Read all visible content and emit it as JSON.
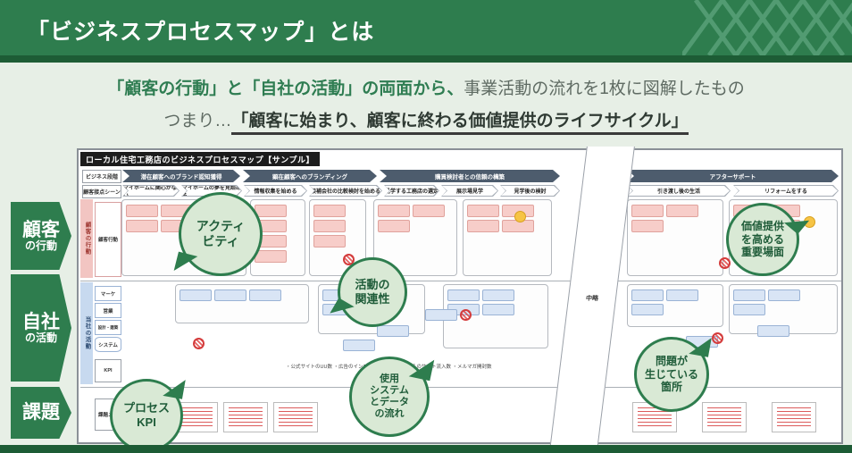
{
  "header": {
    "title": "「ビジネスプロセスマップ」とは"
  },
  "subtitle": {
    "line1_highlight": "「顧客の行動」と「自社の活動」の両面から、",
    "line1_rest": "事業活動の流れを1枚に図解したもの",
    "line2_prefix": "つまり…",
    "line2_main": "「顧客に始まり、顧客に終わる価値提供のライフサイクル」"
  },
  "sidebar": {
    "items": [
      {
        "main": "顧客",
        "sub": "の行動"
      },
      {
        "main": "自社",
        "sub": "の活動"
      },
      {
        "main": "課題",
        "sub": ""
      }
    ]
  },
  "diagram": {
    "title": "ローカル住宅工務店のビジネスプロセスマップ【サンプル】",
    "row_headers": [
      "ビジネス段階",
      "顧客接点シーン"
    ],
    "phases": [
      "潜在顧客へのブランド認知獲得",
      "顕在顧客へのブランディング",
      "購買検討者との信頼の構築",
      "アフターサポート"
    ],
    "scenes": [
      "マイホームに関心がない",
      "マイホームの夢を見始める",
      "情報収集を始める",
      "候補会社の比較検討を始める",
      "見学する工務店の選定",
      "展示場見学",
      "見学後の検討",
      "引き渡し後の生活",
      "リフォームをする"
    ],
    "lanes": {
      "customer_band": "顧客の行動",
      "customer_row": "顧客行動",
      "company_band": "当社の活動",
      "company_rows": [
        "マーケ",
        "営業",
        "設計・建築",
        "システム",
        "KPI"
      ],
      "issues_row": "課題メモ"
    },
    "omission": "中略",
    "kpi_bullets_col1": "・公式サイトのUU数\n・広告のインプレッション数",
    "kpi_bullets_col2": "・メルマガからのサイト流入数\n・メルマガ開封数",
    "icons": {
      "problem_marker": "red-hatched-circle",
      "highlight_marker": "yellow-smile"
    }
  },
  "callouts": [
    {
      "id": "activity",
      "text": "アクティ\nビティ"
    },
    {
      "id": "relation",
      "text": "活動の\n関連性"
    },
    {
      "id": "system",
      "text": "使用\nシステム\nとデータ\nの流れ"
    },
    {
      "id": "value",
      "text": "価値提供\nを高める\n重要場面"
    },
    {
      "id": "problem",
      "text": "問題が\n生じている\n箇所"
    },
    {
      "id": "kpi",
      "text": "プロセス\nKPI"
    }
  ],
  "colors": {
    "brand_green": "#2e7d4e",
    "dark_green": "#1d5c35",
    "light_bg": "#e7efe6",
    "phase_slate": "#4d5c6d",
    "callout_fill": "#d9e9d5",
    "customer_pink": "#f7cdc9",
    "company_blue": "#d9e5f5"
  }
}
